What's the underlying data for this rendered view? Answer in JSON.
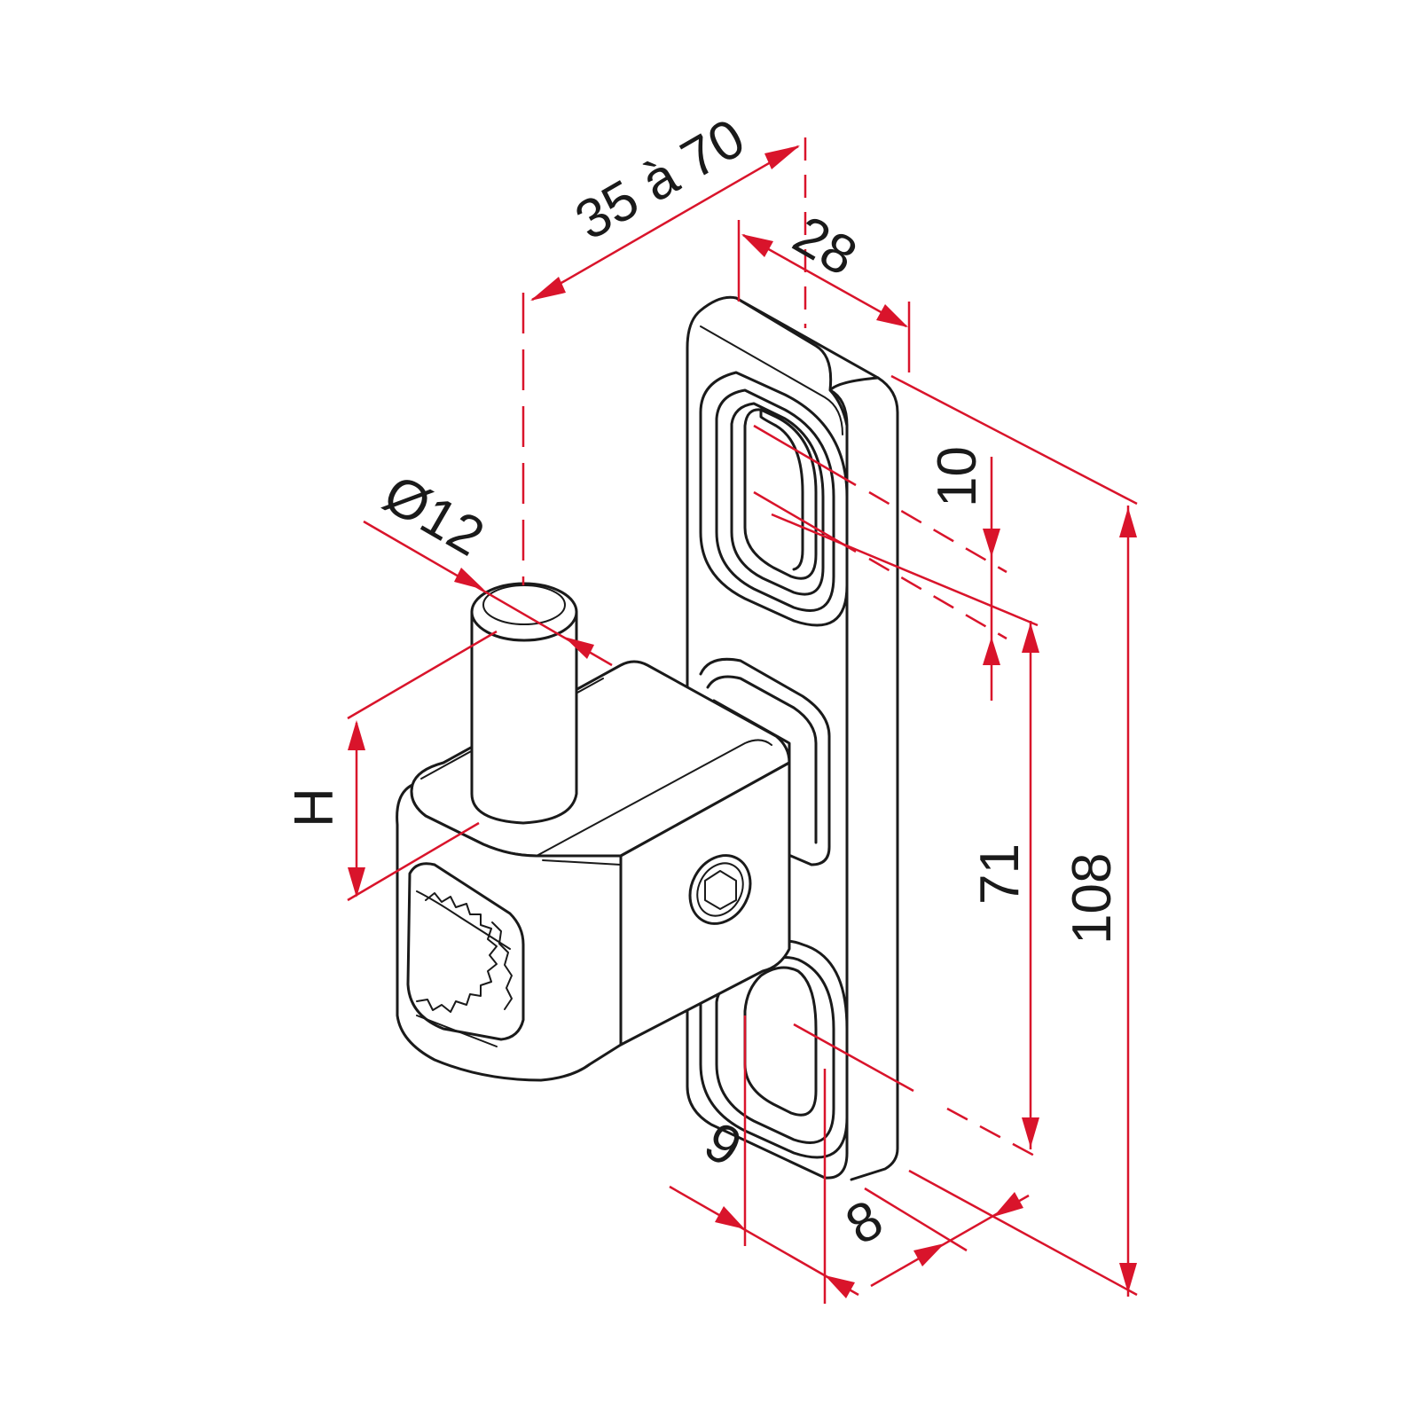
{
  "dimensions": {
    "height": "H",
    "pin_diameter": "Ø12",
    "offset_range": "35 à 70",
    "plate_width": "28",
    "slot_width": "10",
    "hole_spacing": "71",
    "plate_length": "108",
    "slot_offset": "9",
    "plate_thickness": "8"
  },
  "colors": {
    "outline": "#1a1a1a",
    "dimension": "#d9142b",
    "background": "#ffffff"
  }
}
